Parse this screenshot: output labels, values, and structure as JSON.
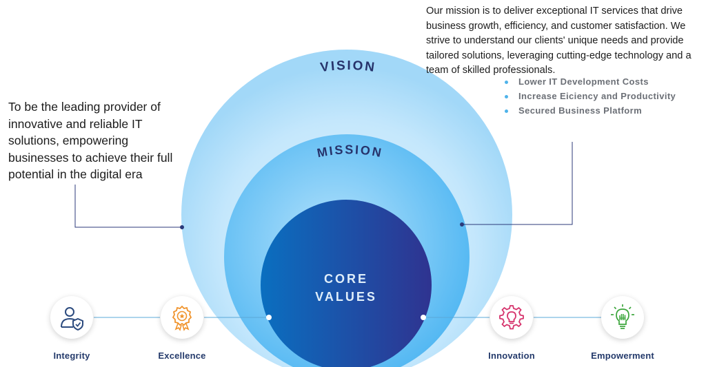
{
  "diagram": {
    "vision_title": "VISION",
    "mission_title": "MISSION",
    "core_title_line1": "CORE",
    "core_title_line2": "VALUES"
  },
  "vision": {
    "text": "To be the leading provider of innovative and reliable IT solutions, empowering businesses to achieve their full potential in the digital era"
  },
  "mission": {
    "text": "Our mission is to deliver exceptional IT services that drive business growth, efficiency, and customer satisfaction. We strive to understand our clients' unique needs and provide tailored solutions, leveraging cutting-edge technology and a team of skilled professionals.",
    "bullets": [
      "Lower IT Development Costs",
      "Increase Eiciency  and Productivity",
      "Secured Business Platform"
    ]
  },
  "core_values": [
    {
      "label": "Integrity",
      "icon": "person-shield-icon",
      "color": "#2b4a7e"
    },
    {
      "label": "Excellence",
      "icon": "award-badge-icon",
      "color": "#f0932b"
    },
    {
      "label": "Innovation",
      "icon": "gear-bulb-icon",
      "color": "#d6336c"
    },
    {
      "label": "Empowerment",
      "icon": "raised-fist-bulb-icon",
      "color": "#3aa53a"
    }
  ],
  "colors": {
    "vision_circle": "#a9dcfa",
    "mission_circle": "#5cbcf4",
    "core_circle_start": "#0d6ebd",
    "core_circle_end": "#2d3594",
    "connector": "#2b3a7a",
    "label_text": "#243a6b"
  }
}
